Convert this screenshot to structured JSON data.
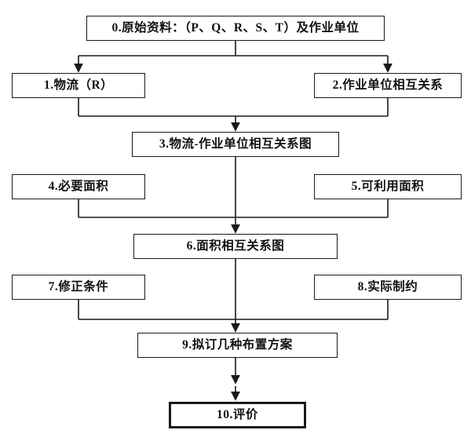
{
  "diagram": {
    "type": "flowchart",
    "background_color": "#ffffff",
    "line_color": "#1a1a1a",
    "box_border_color": "#1a1a1a",
    "boxes": [
      {
        "id": "0",
        "label": "0.原始资料：（P、Q、R、S、T）及作业单位",
        "emphasis": false
      },
      {
        "id": "1",
        "label": "1.物流（R）",
        "emphasis": false
      },
      {
        "id": "2",
        "label": "2.作业单位相互关系",
        "emphasis": false
      },
      {
        "id": "3",
        "label": "3.物流-作业单位相互关系图",
        "emphasis": false
      },
      {
        "id": "4",
        "label": "4.必要面积",
        "emphasis": false
      },
      {
        "id": "5",
        "label": "5.可利用面积",
        "emphasis": false
      },
      {
        "id": "6",
        "label": "6.面积相互关系图",
        "emphasis": false
      },
      {
        "id": "7",
        "label": "7.修正条件",
        "emphasis": false
      },
      {
        "id": "8",
        "label": "8.实际制约",
        "emphasis": false
      },
      {
        "id": "9",
        "label": "9.拟订几种布置方案",
        "emphasis": false
      },
      {
        "id": "10",
        "label": "10.评价",
        "emphasis": true
      }
    ],
    "edges": [
      {
        "from": "0",
        "to": "1"
      },
      {
        "from": "0",
        "to": "2"
      },
      {
        "from": "1",
        "to": "3"
      },
      {
        "from": "2",
        "to": "3"
      },
      {
        "from": "3",
        "to": "6"
      },
      {
        "from": "4",
        "to": "6"
      },
      {
        "from": "5",
        "to": "6"
      },
      {
        "from": "6",
        "to": "9"
      },
      {
        "from": "7",
        "to": "9"
      },
      {
        "from": "8",
        "to": "9"
      },
      {
        "from": "9",
        "to": "10"
      }
    ]
  }
}
